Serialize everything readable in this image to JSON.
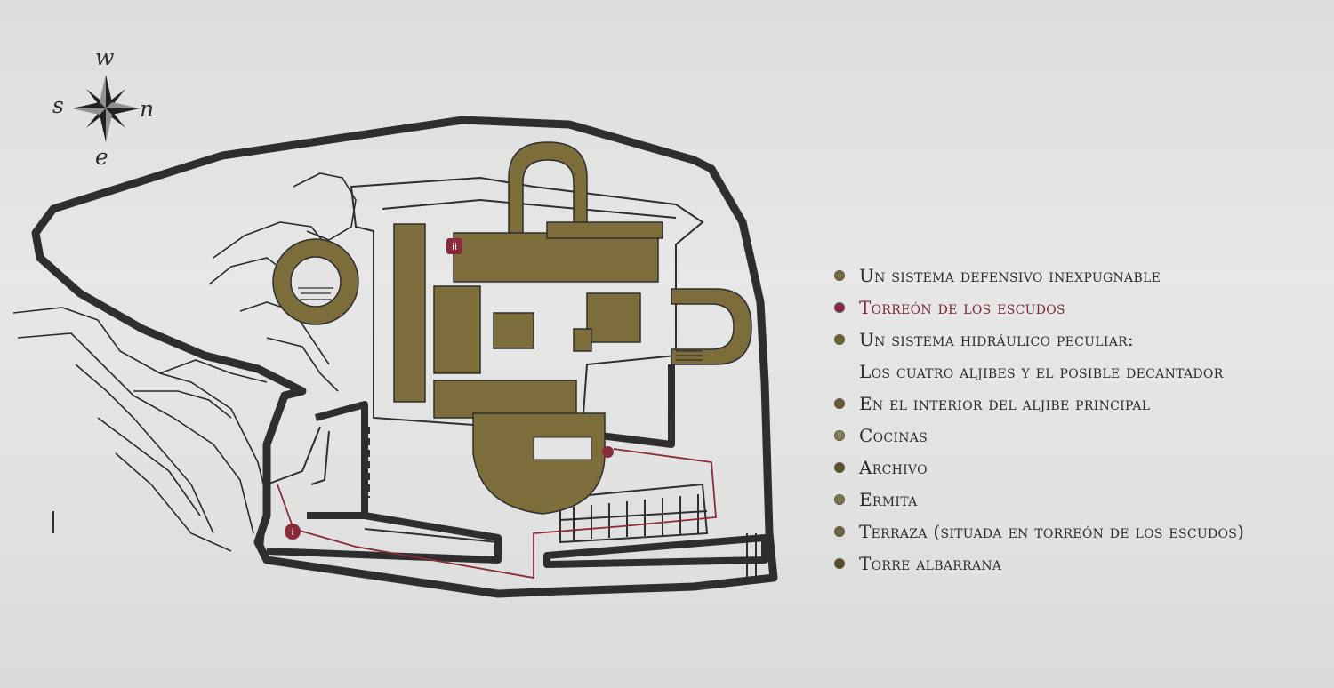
{
  "compass": {
    "w": "w",
    "s": "s",
    "n": "n",
    "e": "e"
  },
  "legend": [
    {
      "label": "Un sistema defensivo inexpugnable",
      "color": "#7a6a3a",
      "style": "normal"
    },
    {
      "label": "Torreón de los escudos",
      "color": "#8b2a3a",
      "style": "red"
    },
    {
      "label": "Un sistema hidráulico peculiar:",
      "color": "#6f6233",
      "style": "normal"
    },
    {
      "label": "Los cuatro aljibes y el posible decantador",
      "color": "",
      "style": "cont"
    },
    {
      "label": "En el interior del aljibe principal",
      "color": "#6a5a2c",
      "style": "normal"
    },
    {
      "label": "Cocinas",
      "color": "#8a7d55",
      "style": "normal"
    },
    {
      "label": "Archivo",
      "color": "#5e5228",
      "style": "normal"
    },
    {
      "label": "Ermita",
      "color": "#7d7352",
      "style": "normal"
    },
    {
      "label": "Terraza (situada en torreón de los escudos)",
      "color": "#6f6540",
      "style": "normal"
    },
    {
      "label": "Torre albarrana",
      "color": "#5a4e24",
      "style": "normal"
    }
  ],
  "markers": {
    "info": "i",
    "toilets": "ii"
  },
  "colors": {
    "building": "#7d6d3a",
    "wall": "#2e2e2e",
    "path": "#8b2a3a"
  }
}
